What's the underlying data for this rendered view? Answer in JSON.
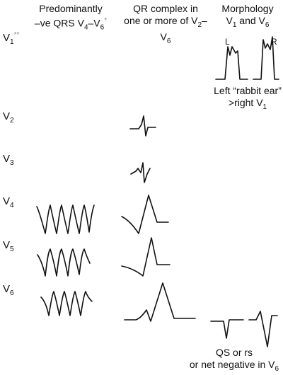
{
  "headers": {
    "col1_line1": "Predominantly",
    "col1_line2_pre": "–ve QRS V",
    "col1_sub_a": "4",
    "col1_dash": "–V",
    "col1_sub_b": "6",
    "col1_sup": "*",
    "col2_line1": "QR complex in",
    "col2_line2_pre": "one or more of V",
    "col2_sub_a": "2",
    "col2_dash": "–V",
    "col2_sub_b": "6",
    "col3_line1": "Morphology",
    "col3_line2_pre": "V",
    "col3_sub_a": "1",
    "col3_and": " and V",
    "col3_sub_b": "6"
  },
  "leads": [
    {
      "prefix": "V",
      "sub": "1",
      "sup": "**"
    },
    {
      "prefix": "V",
      "sub": "2",
      "sup": ""
    },
    {
      "prefix": "V",
      "sub": "3",
      "sup": ""
    },
    {
      "prefix": "V",
      "sub": "4",
      "sup": ""
    },
    {
      "prefix": "V",
      "sub": "5",
      "sup": ""
    },
    {
      "prefix": "V",
      "sub": "6",
      "sup": ""
    }
  ],
  "rabbit_ear": {
    "label_left": "L",
    "label_right": "R",
    "caption_line1": "Left “rabbit ear”",
    "caption_line2_pre": ">right V",
    "caption_sub": "1"
  },
  "qs_note": {
    "line1": "QS or rs",
    "line2_pre": "or net negative in V",
    "line2_sub": "6"
  }
}
